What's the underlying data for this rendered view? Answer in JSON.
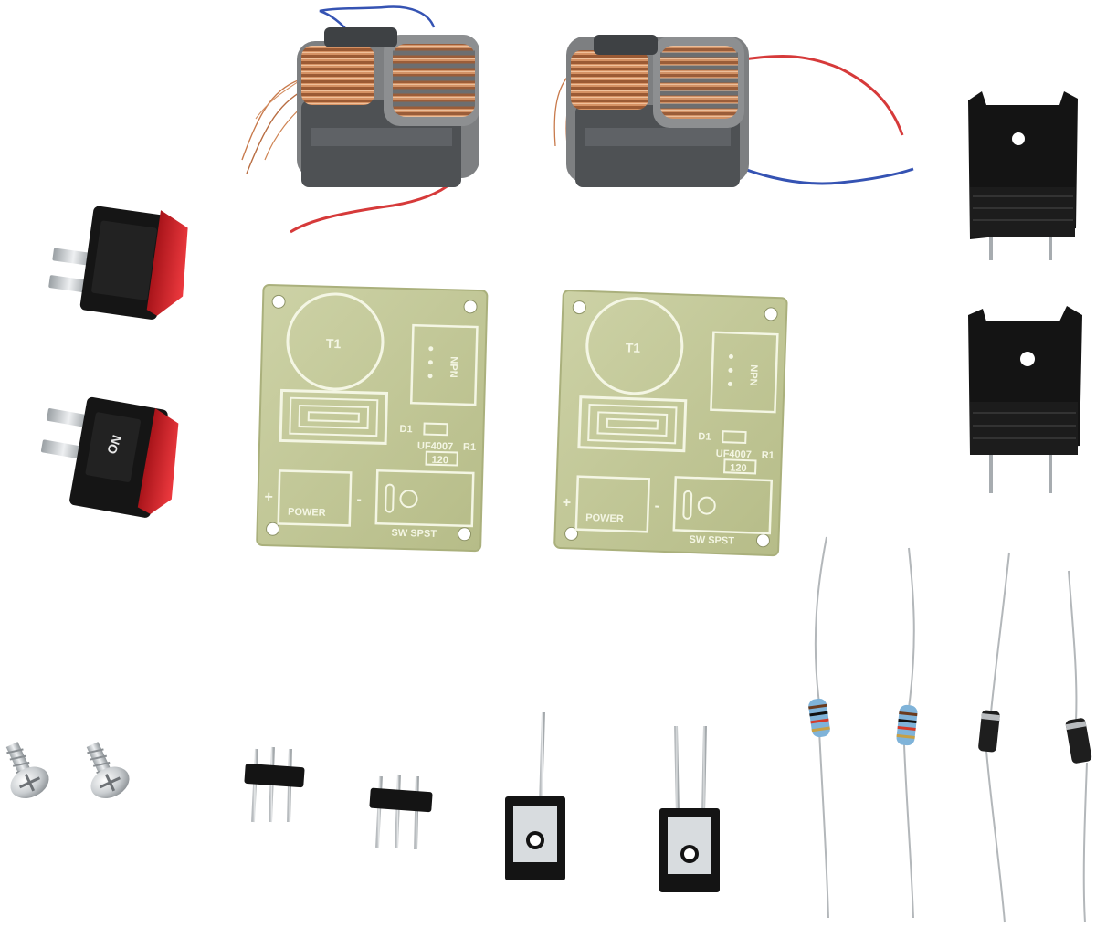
{
  "scene": {
    "background": "#ffffff",
    "colors": {
      "pcb": "#c3c99a",
      "pcb_silk": "#f4f6e4",
      "copper": "#b8734a",
      "bobbin": "#8d8f91",
      "core": "#4e5154",
      "wire_red": "#d63a3a",
      "wire_blue": "#3553b3",
      "switch_body": "#151515",
      "switch_rocker": "#d81f26",
      "heatsink": "#141414",
      "resistor_body": "#7fb3d9",
      "diode_body": "#1e1e1e"
    }
  },
  "pcb_labels": {
    "transformer": "T1",
    "transistor": "NPN",
    "diode": "D1",
    "diode_part": "UF4007",
    "resistor": "R1",
    "resistor_value": "120",
    "power": "POWER",
    "switch": "SW SPST",
    "plus": "+",
    "minus": "-"
  },
  "part_labels": {
    "switch_rating": "ON"
  }
}
